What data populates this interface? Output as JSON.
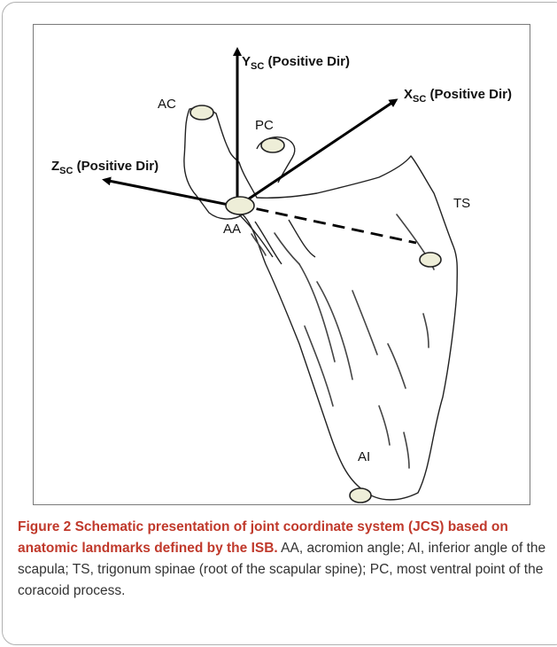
{
  "figure": {
    "axes": {
      "y": {
        "main": "Y",
        "sub": "SC",
        "dir": " (Positive Dir)"
      },
      "x": {
        "main": "X",
        "sub": "SC",
        "dir": " (Positive Dir)"
      },
      "z": {
        "main": "Z",
        "sub": "SC",
        "dir": " (Positive Dir)"
      }
    },
    "landmarks": {
      "ac": "AC",
      "pc": "PC",
      "aa": "AA",
      "ts": "TS",
      "ai": "AI"
    }
  },
  "caption": {
    "title": "Figure 2 Schematic presentation of joint coordinate system (JCS) based on anatomic landmarks defined by the ISB.",
    "body": " AA, acromion angle; AI, inferior angle of the scapula; TS, trigonum spinae (root of the scapular spine); PC, most ventral point of the coracoid process."
  }
}
